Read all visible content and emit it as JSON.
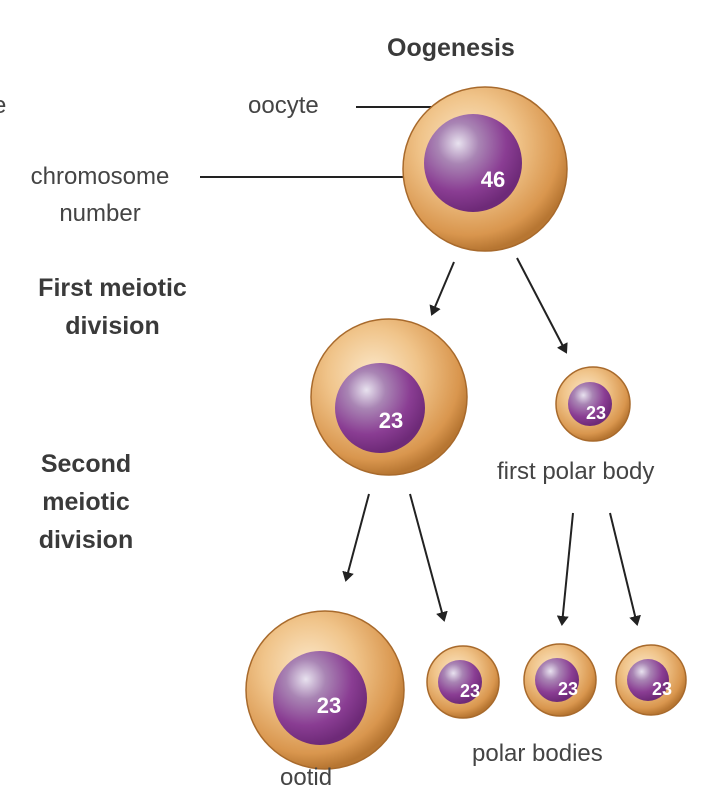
{
  "title": "Oogenesis",
  "stray_text": "e",
  "labels": {
    "oocyte": "oocyte",
    "chromosome_number": [
      "chromosome",
      "number"
    ],
    "first_meiotic_division": [
      "First meiotic",
      "division"
    ],
    "second_meiotic_division": [
      "Second",
      "meiotic",
      "division"
    ],
    "first_polar_body": "first polar body",
    "polar_bodies": "polar bodies",
    "ootid": "ootid"
  },
  "cells": {
    "oocyte": "46",
    "secondary_oocyte": "23",
    "first_polar_body": "23",
    "ootid": "23",
    "polar_body_1": "23",
    "polar_body_2": "23",
    "polar_body_3": "23"
  },
  "colors": {
    "cytoplasm": "#e0a860",
    "nucleus": "#9a55a0",
    "arrow": "#222222"
  }
}
